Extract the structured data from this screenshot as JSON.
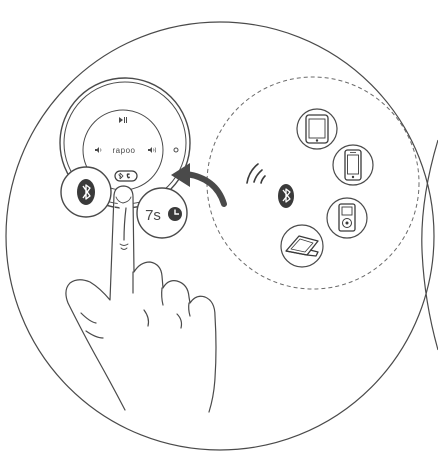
{
  "speaker": {
    "brand": "rapoo",
    "play_pause_icon": "play-pause-icon",
    "volume_down_icon": "volume-down-icon",
    "volume_up_icon": "volume-up-icon",
    "bt_call_button_icon": "bluetooth-phone-icon"
  },
  "hold": {
    "duration": "7s",
    "icon": "clock-icon"
  },
  "bluetooth_badge": {
    "icon": "bluetooth-icon"
  },
  "devices": {
    "items": [
      {
        "name": "tablet",
        "icon": "tablet-icon"
      },
      {
        "name": "smartphone",
        "icon": "smartphone-icon"
      },
      {
        "name": "music-player",
        "icon": "ipod-icon"
      },
      {
        "name": "laptop",
        "icon": "laptop-icon"
      }
    ],
    "signal_icon": "wireless-signal-icon",
    "bluetooth_icon": "bluetooth-icon"
  },
  "colors": {
    "line": "#4a4a4a",
    "dark": "#3a3a3a",
    "background": "#ffffff"
  }
}
